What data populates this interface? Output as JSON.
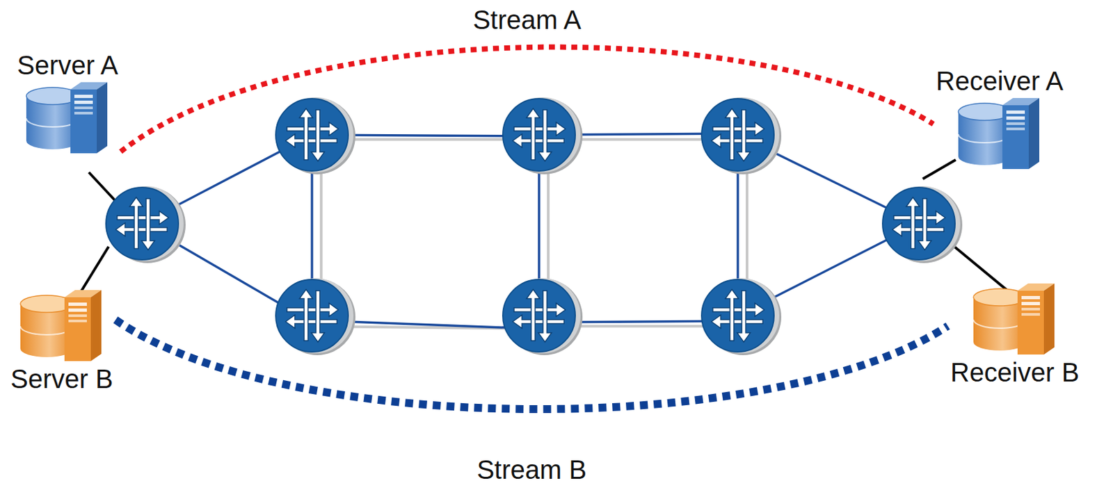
{
  "diagram": {
    "nodes": [
      {
        "text": [
          "Server A"
        ]
      },
      {
        "text": [
          "Receiver A"
        ]
      },
      {
        "text": [
          "Server B"
        ]
      },
      {
        "text": [
          "Receiver B"
        ]
      }
    ],
    "edges": [
      {
        "from": 0,
        "to": 1,
        "arrow": "none",
        "label": "Stream A"
      },
      {
        "from": 2,
        "to": 3,
        "arrow": "none",
        "label": "Stream B"
      }
    ]
  }
}
